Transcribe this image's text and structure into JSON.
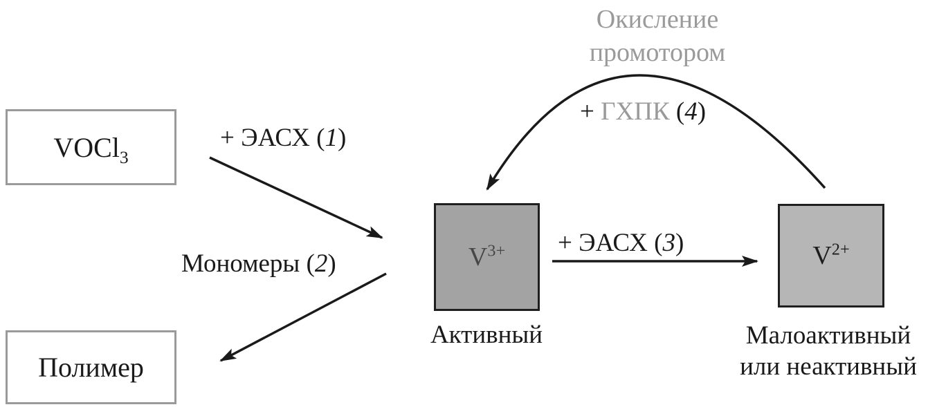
{
  "colors": {
    "ink": "#1a1a1a",
    "gray_text": "#9a9a9a",
    "white_box_border": "#9a9a9a",
    "v3_box_fill": "#a3a3a3",
    "v2_box_fill": "#b6b6b6",
    "gray_box_border": "#1f1f1f"
  },
  "boxes": {
    "vocl3": {
      "formula": "VOCl",
      "subscript": "3"
    },
    "polymer": {
      "label": "Полимер"
    },
    "v3": {
      "symbol": "V",
      "superscript": "3+",
      "caption": "Активный"
    },
    "v2": {
      "symbol": "V",
      "superscript": "2+",
      "caption_line1": "Малоактивный",
      "caption_line2": "или неактивный"
    }
  },
  "labels": {
    "step1": {
      "text": "+ ЭАСХ (",
      "number": "1",
      "close": ")"
    },
    "step2": {
      "text": "Мономеры (",
      "number": "2",
      "close": ")"
    },
    "step3": {
      "text": "+ ЭАСХ (",
      "number": "3",
      "close": ")"
    },
    "step4": {
      "plus": "+ ",
      "reagent": "ГХПК",
      "open": " (",
      "number": "4",
      "close": ")"
    }
  },
  "promoter_note": {
    "line1": "Окисление",
    "line2": "промотором"
  }
}
